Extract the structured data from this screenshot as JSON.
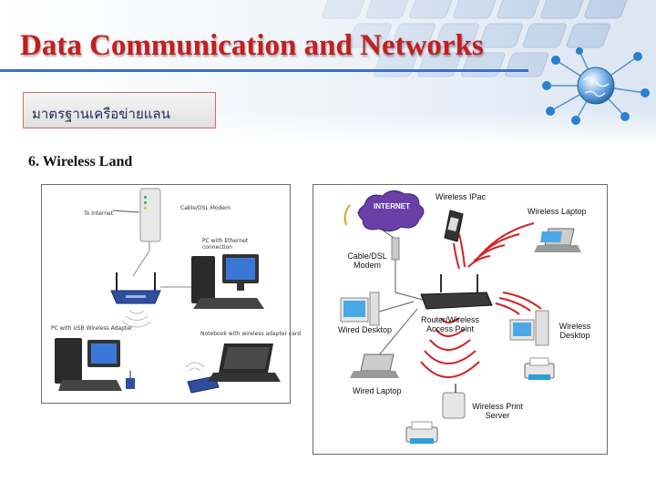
{
  "slide": {
    "title": "Data Communication and Networks",
    "subtitle": "มาตรฐานเครือข่ายแลน",
    "section_heading": "6. Wireless Land"
  },
  "left_diagram": {
    "labels": {
      "to_internet": "To Internet",
      "modem": "Cable/DSL Modem",
      "pc_ethernet": "PC with Ethernet connection",
      "pc_usb": "PC with USB Wireless Adapter",
      "notebook": "Notebook with wireless adapter card"
    }
  },
  "right_diagram": {
    "labels": {
      "internet": "INTERNET",
      "wireless_ipac": "Wireless IPac",
      "wireless_laptop": "Wireless Laptop",
      "modem_line1": "Cable/DSL",
      "modem_line2": "Modem",
      "wired_desktop": "Wired Desktop",
      "router_line1": "Router/Wireless",
      "router_line2": "Access Point",
      "wireless_desktop_line1": "Wireless",
      "wireless_desktop_line2": "Desktop",
      "wired_laptop": "Wired Laptop",
      "print_server_line1": "Wireless Print",
      "print_server_line2": "Server"
    }
  },
  "colors": {
    "title": "#c41e1e",
    "accent": "#3b6fc4",
    "subtitle_border": "#d46a6a",
    "signal": "#d42020"
  },
  "icons": [
    "keyboard-background",
    "globe-network-icon"
  ]
}
